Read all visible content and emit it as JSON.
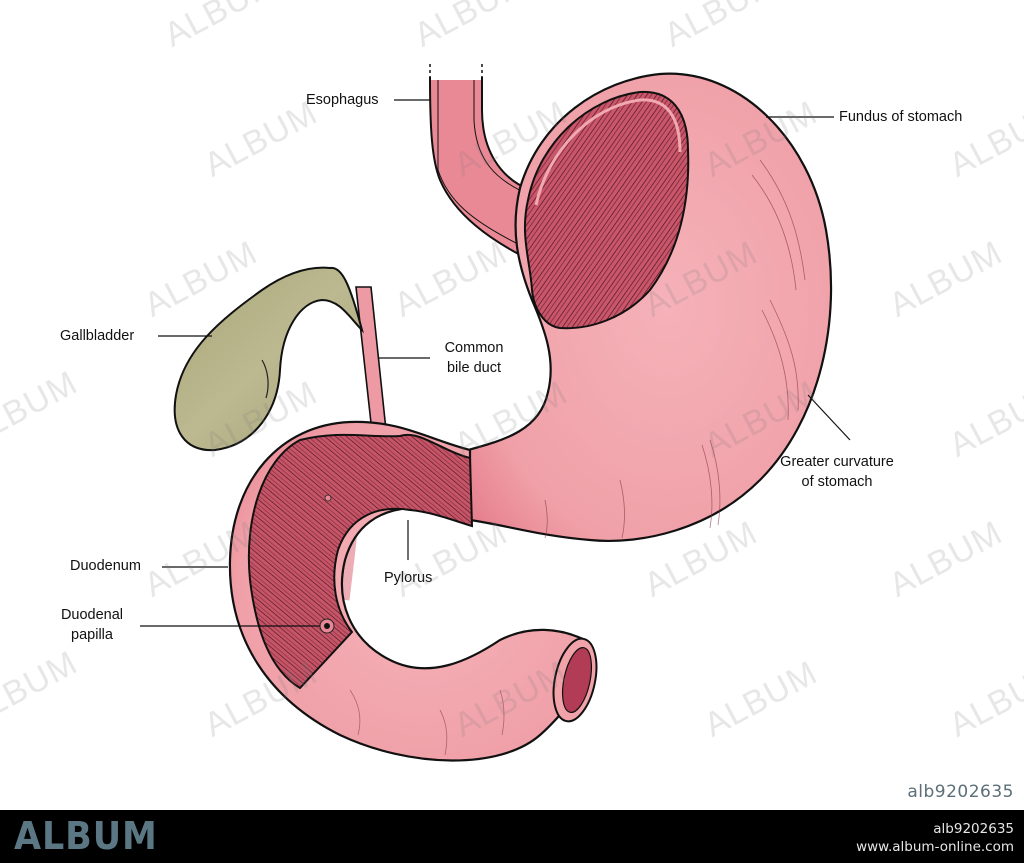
{
  "diagram": {
    "subject": "Stomach, duodenum and gallbladder anatomy",
    "labels": {
      "esophagus": "Esophagus",
      "fundus": "Fundus of stomach",
      "gallbladder": "Gallbladder",
      "common_bile_duct_line1": "Common",
      "common_bile_duct_line2": "bile duct",
      "greater_curvature_line1": "Greater curvature",
      "greater_curvature_line2": "of stomach",
      "duodenum": "Duodenum",
      "duodenal_papilla_line1": "Duodenal",
      "duodenal_papilla_line2": "papilla",
      "pylorus": "Pylorus"
    },
    "colors": {
      "stomach": "#f2a3aa",
      "stomach_shade": "#e97f8c",
      "mucosa": "#c9566a",
      "gallbladder": "#b5b38a",
      "outline": "#111111"
    }
  },
  "watermark": {
    "text": "ALBUM",
    "image_id": "alb9202635"
  },
  "footer": {
    "brand": "ALBUM",
    "image_id": "alb9202635",
    "website": "www.album-online.com"
  }
}
